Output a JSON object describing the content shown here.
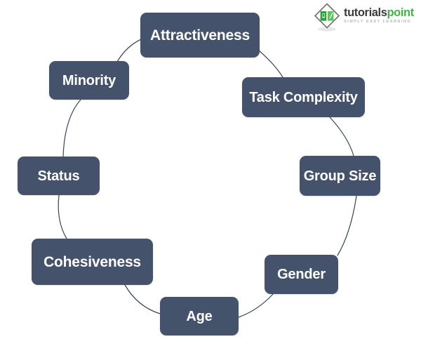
{
  "diagram": {
    "type": "circular-cycle",
    "title": "",
    "background_color": "#ffffff",
    "node_color": "#44536b",
    "node_text_color": "#ffffff",
    "connector_color": "#3b4a5e",
    "nodes": [
      {
        "id": "attractiveness",
        "label": "Attractiveness",
        "position": "top"
      },
      {
        "id": "task-complexity",
        "label": "Task Complexity",
        "position": "top-right"
      },
      {
        "id": "group-size",
        "label": "Group Size",
        "position": "right"
      },
      {
        "id": "gender",
        "label": "Gender",
        "position": "bottom-right"
      },
      {
        "id": "age",
        "label": "Age",
        "position": "bottom"
      },
      {
        "id": "cohesiveness",
        "label": "Cohesiveness",
        "position": "bottom-left"
      },
      {
        "id": "status",
        "label": "Status",
        "position": "left"
      },
      {
        "id": "minority",
        "label": "Minority",
        "position": "top-left"
      }
    ]
  },
  "logo": {
    "name": "tutorialspoint-logo",
    "word_first": "tutorials",
    "word_second": "point",
    "tagline": "SIMPLY EASY LEARNING",
    "mark_color": "#46b14b",
    "word_first_color": "#3b3b3b",
    "word_second_color": "#46b14b",
    "tagline_color": "#b6b6b6"
  }
}
